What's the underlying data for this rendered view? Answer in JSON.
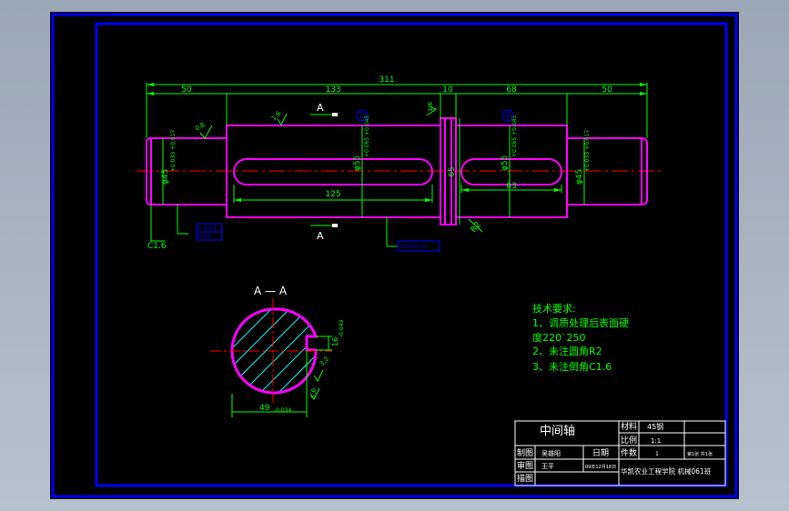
{
  "colors": {
    "background": "#000000",
    "frame": "#0000ff",
    "part": "#ff00ff",
    "dimension": "#00ff00",
    "centerline": "#ff0000",
    "text": "#ffffff",
    "hatch": "#00ffff"
  },
  "drawing": {
    "dims": {
      "overall": "311",
      "seg1": "50",
      "seg2": "133",
      "seg3": "10",
      "seg4": "68",
      "seg5": "50",
      "key1_len": "125",
      "key2_len": "63",
      "dia_left": "φ45",
      "dia_left_tol": "+0.033 +0.017",
      "dia_55a": "φ55",
      "dia_55a_tol": "+0.065 +0.045",
      "dia_65": "65",
      "dia_55b": "φ55",
      "dia_55b_tol": "+0.065 +0.045",
      "dia_right": "φ45",
      "dia_right_tol": "+0.033 +0.017",
      "radius": "R2",
      "chamfer": "C1.6",
      "rough1": "0.8",
      "rough2": "1.6",
      "rough3": "3.2",
      "section_depth": "49",
      "section_depth_tol": "-0.034",
      "section_width": "16",
      "section_width_tol": "-0.043"
    },
    "section_marker": "A",
    "section_title": "A — A",
    "datum_c": "C",
    "datum_d": "D",
    "tol_frame1": "C 0.03",
    "tol_frame2": "0.03",
    "tol_frame3": "0.008 C D"
  },
  "requirements": {
    "title": "技术要求:",
    "line1": "1、调质处理后表面硬",
    "line2": "度220`250",
    "line3": "2、未注圆角R2",
    "line4": "3、未注倒角C1.6"
  },
  "title_block": {
    "part_name": "中间轴",
    "material_label": "材料",
    "material": "45钢",
    "scale_label": "比例",
    "scale": "1:1",
    "count_label": "件数",
    "count": "1",
    "drawing_no": "第1张 共1张",
    "drawn_label": "制图",
    "drawn_by": "吴雄阳",
    "date_label": "日期",
    "checked_label": "审图",
    "checked_by": "王平",
    "date": "09年12月18日",
    "approved_label": "描图",
    "school": "华凯农业工程学院 机械061班"
  }
}
